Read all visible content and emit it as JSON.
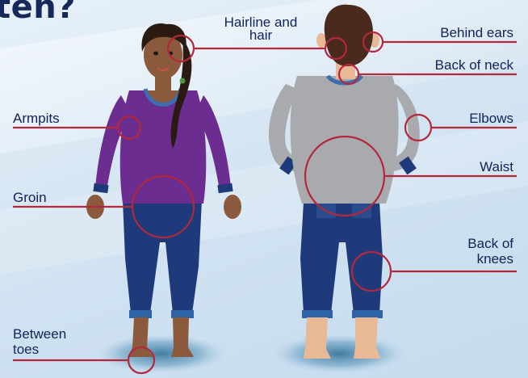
{
  "page": {
    "title_fragment": "ten?"
  },
  "colors": {
    "callout_line": "#b3283a",
    "label_text": "#10235a",
    "title_text": "#17285a",
    "shirt_front": "#6b2d8f",
    "shirt_back": "#a9aaad",
    "jeans": "#1f3a7a",
    "skin_front": "#8b5a3c",
    "skin_back": "#e9b896"
  },
  "labels": {
    "hairline": "Hairline and\nhair",
    "behind_ears": "Behind ears",
    "back_of_neck": "Back of neck",
    "armpits": "Armpits",
    "elbows": "Elbows",
    "waist": "Waist",
    "groin": "Groin",
    "back_of_knees": "Back of\nknees",
    "between_toes": "Between\ntoes"
  }
}
